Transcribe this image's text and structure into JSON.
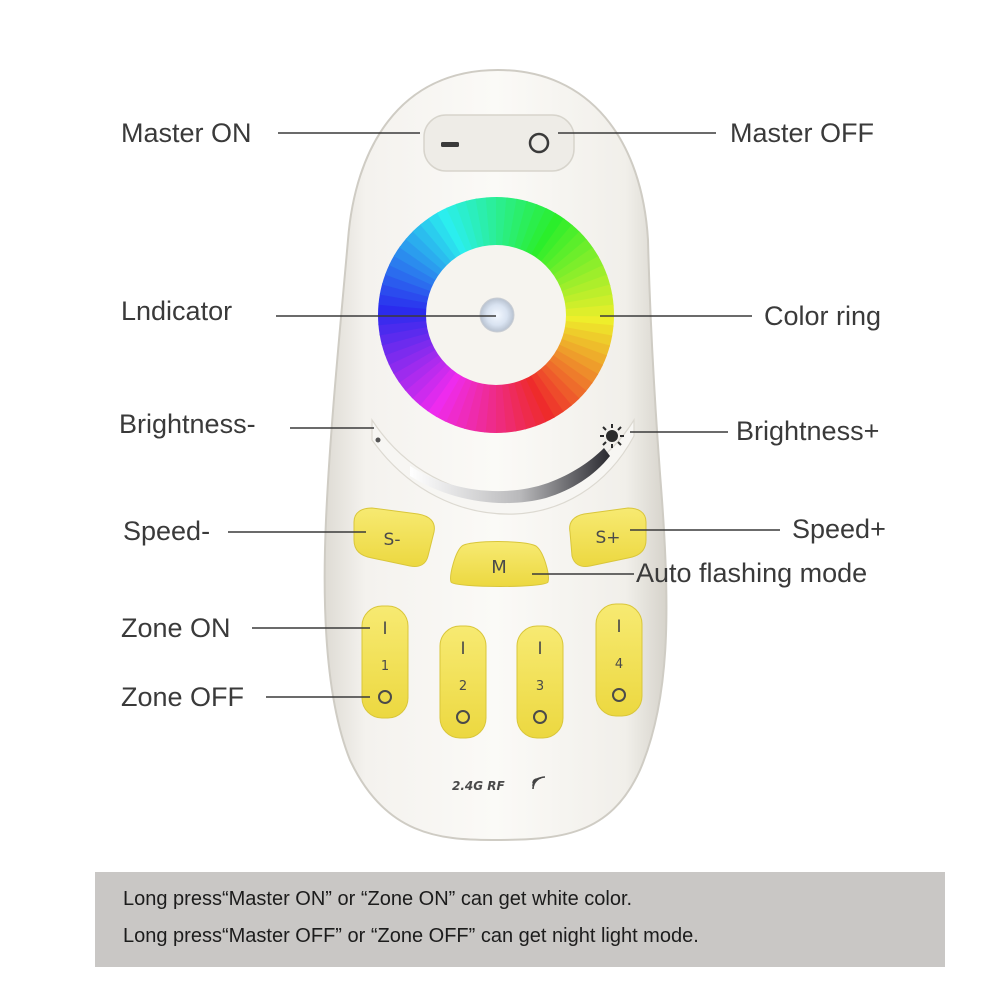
{
  "labels": {
    "master_on": "Master ON",
    "master_off": "Master OFF",
    "indicator": "Lndicator",
    "color_ring": "Color ring",
    "brightness_minus": "Brightness-",
    "brightness_plus": "Brightness+",
    "speed_minus": "Speed-",
    "speed_plus": "Speed+",
    "auto_flashing": "Auto flashing mode",
    "zone_on": "Zone ON",
    "zone_off": "Zone OFF"
  },
  "remote": {
    "speed_minus_key": "S-",
    "speed_plus_key": "S+",
    "mode_key": "M",
    "on_symbol": "I",
    "zones": [
      {
        "number": "1"
      },
      {
        "number": "2"
      },
      {
        "number": "3"
      },
      {
        "number": "4"
      }
    ],
    "rf_mark": "2.4G RF"
  },
  "notes": [
    "Long press“Master ON” or “Zone ON” can get white color.",
    "Long press“Master OFF” or “Zone OFF” can get night light mode."
  ],
  "colors": {
    "remote_body": "#f2f0eb",
    "key_yellow": "#f3e35a",
    "note_bg": "#c9c7c5",
    "label_text": "#3a3a3a"
  }
}
